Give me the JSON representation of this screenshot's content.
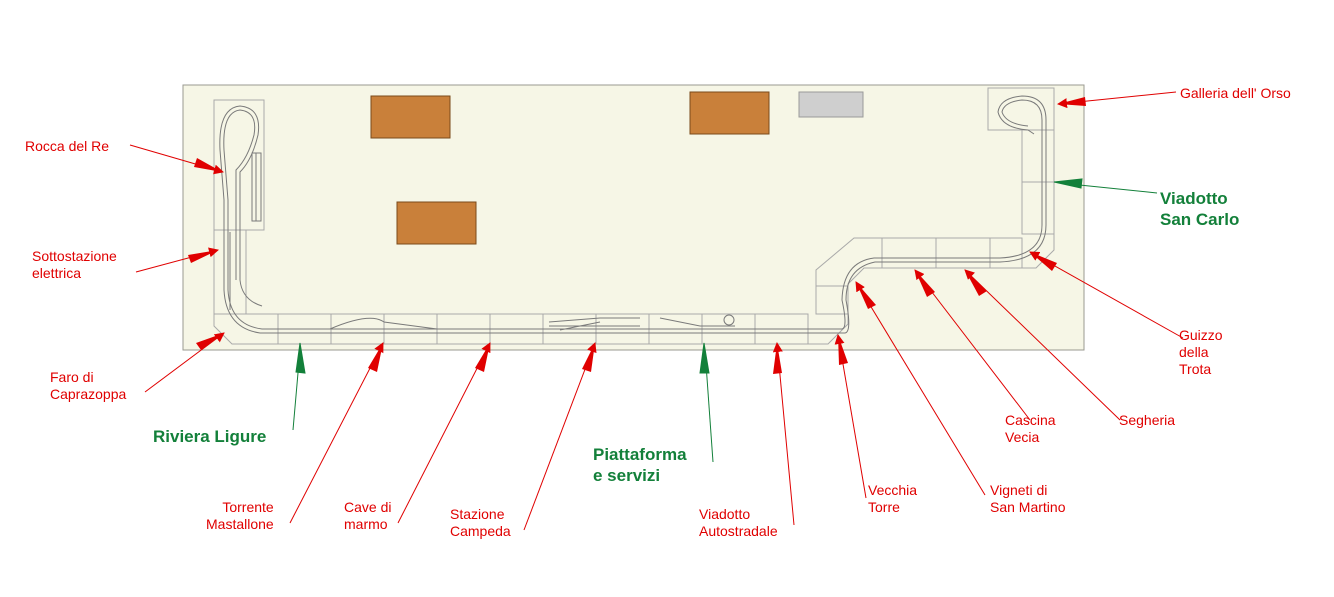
{
  "colors": {
    "baseboard": "#f6f6e6",
    "baseboard_border": "#9a9a90",
    "track_panel_border": "#a9a9a9",
    "rail": "#7a7a7a",
    "wood": "#c9803a",
    "grey_block": "#cfcfcf",
    "red_label": "#e00000",
    "green_label": "#13803a"
  },
  "labels": {
    "rocca": [
      "Rocca del Re"
    ],
    "sottostazione": [
      "Sottostazione",
      "elettrica"
    ],
    "faro": [
      "Faro di",
      "Caprazoppa"
    ],
    "riviera": [
      "Riviera Ligure"
    ],
    "torrente": [
      "Torrente",
      "Mastallone"
    ],
    "cave": [
      "Cave di",
      "marmo"
    ],
    "stazione": [
      "Stazione",
      "Campeda"
    ],
    "piattaforma": [
      "Piattaforma",
      "e servizi"
    ],
    "viadotto_auto": [
      "Viadotto",
      "Autostradale"
    ],
    "vecchia": [
      "Vecchia",
      "Torre"
    ],
    "vigneti": [
      "Vigneti di",
      "San Martino"
    ],
    "cascina": [
      "Cascina",
      "Vecia"
    ],
    "segheria": [
      "Segheria"
    ],
    "guizzo": [
      "Guizzo",
      "della",
      "Trota"
    ],
    "viadotto_sc": [
      "Viadotto",
      "San Carlo"
    ],
    "galleria": [
      "Galleria dell' Orso"
    ]
  }
}
